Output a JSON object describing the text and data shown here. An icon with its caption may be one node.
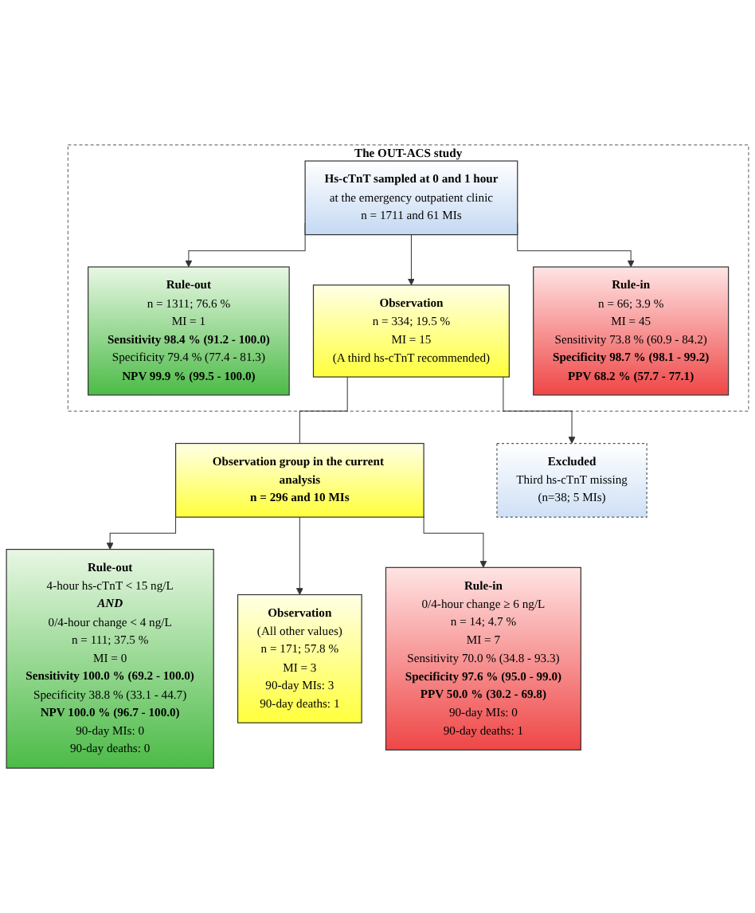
{
  "diagram": {
    "nodes": [
      {
        "text": [
          "The OUT-ACS study"
        ]
      },
      {
        "text": [
          "Hs-cTnT sampled at 0 and 1 hour",
          "at the emergency outpatient clinic",
          "n = 1711 and 61 MIs"
        ],
        "in": 0
      },
      {
        "text": [
          "Rule-out",
          "n = 1311; 76.6 %",
          "MI = 1",
          "Sensitivity 98.4 % (91.2 - 100.0)",
          "Specificity 79.4 % (77.4 - 81.3)",
          "NPV 99.9 % (99.5 - 100.0)"
        ],
        "in": 0
      },
      {
        "text": [
          "Observation",
          "n = 334; 19.5 %",
          "MI = 15",
          "(A third hs-cTnT recommended)"
        ],
        "in": 0
      },
      {
        "text": [
          "Rule-in",
          "n = 66; 3.9 %",
          "MI = 45",
          "Sensitivity 73.8 % (60.9 - 84.2)",
          "Specificity 98.7 % (98.1 - 99.2)",
          "PPV 68.2 % (57.7 - 77.1)"
        ],
        "in": 0
      },
      {
        "text": [
          "Excluded",
          "Third hs-cTnT missing",
          "(n=38; 5 MIs)"
        ]
      },
      {
        "text": [
          "Observation group in the current analysis",
          "n = 296 and 10 MIs"
        ]
      },
      {
        "text": [
          "Rule-out",
          "4-hour hs-cTnT < 15 ng/L",
          "AND",
          "0/4-hour change < 4 ng/L",
          "n = 111; 37.5 %",
          "MI = 0",
          "Sensitivity 100.0 % (69.2 - 100.0)",
          "Specificity 38.8 % (33.1 - 44.7)",
          "NPV 100.0 % (96.7 - 100.0)",
          "90-day MIs: 0",
          "90-day deaths: 0"
        ]
      },
      {
        "text": [
          "Observation",
          "(All other values)",
          "n = 171; 57.8 %",
          "MI = 3",
          "90-day MIs: 3",
          "90-day deaths: 1"
        ]
      },
      {
        "text": [
          "Rule-in",
          "0/4-hour change ≥ 6 ng/L",
          "n = 14; 4.7 %",
          "MI = 7",
          "Sensitivity 70.0 % (34.8 - 93.3)",
          "Specificity 97.6 % (95.0 - 99.0)",
          "PPV 50.0 % (30.2 - 69.8)",
          "90-day MIs: 0",
          "90-day deaths: 1"
        ]
      }
    ],
    "edges": [
      {
        "from": 1,
        "to": 2,
        "arrow": "to"
      },
      {
        "from": 1,
        "to": 3,
        "arrow": "to"
      },
      {
        "from": 1,
        "to": 4,
        "arrow": "to"
      },
      {
        "from": 3,
        "to": 5,
        "arrow": "to"
      },
      {
        "from": 3,
        "to": 6,
        "arrow": "none"
      },
      {
        "from": 6,
        "to": 7,
        "arrow": "to"
      },
      {
        "from": 6,
        "to": 8,
        "arrow": "to"
      },
      {
        "from": 6,
        "to": 9,
        "arrow": "to"
      }
    ]
  }
}
